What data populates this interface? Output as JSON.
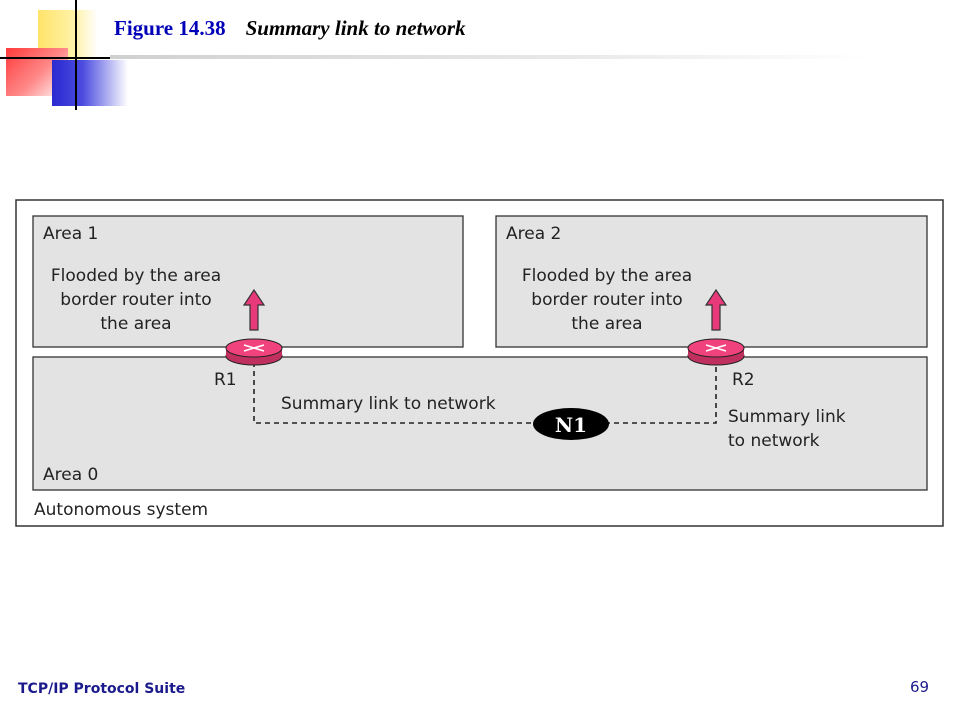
{
  "header": {
    "figure_number": "Figure 14.38",
    "figure_title": "Summary link to network"
  },
  "diagram": {
    "area1_label": "Area 1",
    "area2_label": "Area 2",
    "area0_label": "Area 0",
    "as_label": "Autonomous system",
    "flood_text_1": [
      "Flooded by the area",
      "border router into",
      "the area"
    ],
    "flood_text_2": [
      "Flooded by the area",
      "border router into",
      "the area"
    ],
    "router1_label": "R1",
    "router2_label": "R2",
    "network_label": "N1",
    "summary_link_left": "Summary link to network",
    "summary_link_right": [
      "Summary link",
      "to network"
    ],
    "colors": {
      "area_fill": "#e3e3e3",
      "router": "#f0427c",
      "arrow": "#e8397a",
      "network": "#000000"
    }
  },
  "footer": {
    "suite": "TCP/IP Protocol Suite",
    "page_number": "69"
  }
}
